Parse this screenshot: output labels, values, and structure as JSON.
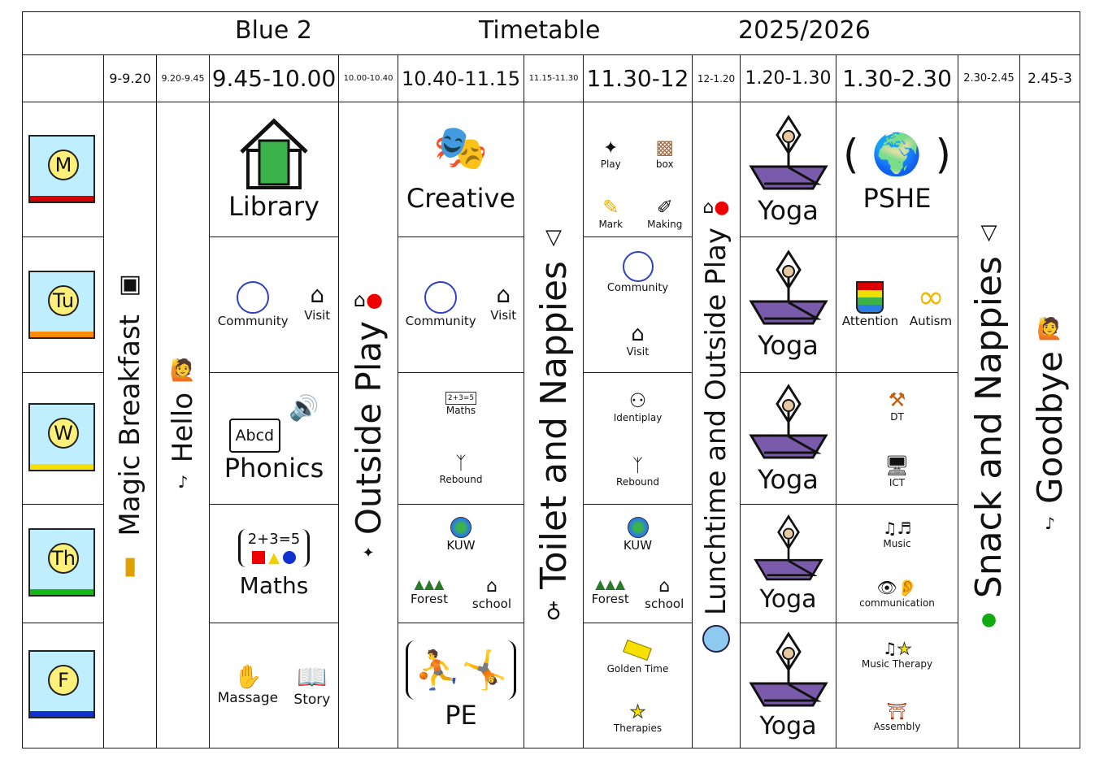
{
  "title": {
    "class": "Blue  2",
    "name": "Timetable",
    "year": "2025/2026"
  },
  "times": [
    "9-9.20",
    "9.20-9.45",
    "9.45-10.00",
    "10.00-10.40",
    "10.40-11.15",
    "11.15-11.30",
    "11.30-12",
    "12-1.20",
    "1.20-1.30",
    "1.30-2.30",
    "2.30-2.45",
    "2.45-3"
  ],
  "days": [
    {
      "letter": "M",
      "color": "#d40000"
    },
    {
      "letter": "Tu",
      "color": "#ff8a00"
    },
    {
      "letter": "W",
      "color": "#f5e000"
    },
    {
      "letter": "Th",
      "color": "#14b814"
    },
    {
      "letter": "F",
      "color": "#1030d0"
    }
  ],
  "spans": {
    "breakfast": "Magic  Breakfast",
    "hello": "Hello",
    "outside": "Outside  Play",
    "toilet": "Toilet  and  Nappies",
    "lunch": "Lunchtime  and  Outside  Play",
    "snack": "Snack  and  Nappies",
    "goodbye": "Goodbye"
  },
  "mon": {
    "library": "Library",
    "creative": "Creative",
    "play": "Play",
    "box": "box",
    "mark": "Mark",
    "making": "Making",
    "yoga": "Yoga",
    "pshe": "PSHE"
  },
  "tue": {
    "community": "Community",
    "visit": "Visit",
    "yoga": "Yoga",
    "attention": "Attention",
    "autism": "Autism"
  },
  "wed": {
    "phonics": "Phonics",
    "abcd": "Abcd",
    "maths": "Maths",
    "rebound": "Rebound",
    "identiplay": "Identiplay",
    "yoga": "Yoga",
    "dt": "DT",
    "ict": "ICT"
  },
  "thu": {
    "maths": "Maths",
    "sum": "2+3=5",
    "kuw": "KUW",
    "forest": "Forest",
    "school": "school",
    "yoga": "Yoga",
    "music": "Music",
    "communication": "communication"
  },
  "fri": {
    "massage": "Massage",
    "story": "Story",
    "pe": "PE",
    "golden": "Golden Time",
    "therapies": "Therapies",
    "yoga": "Yoga",
    "music_therapy": "Music Therapy",
    "assembly": "Assembly"
  }
}
